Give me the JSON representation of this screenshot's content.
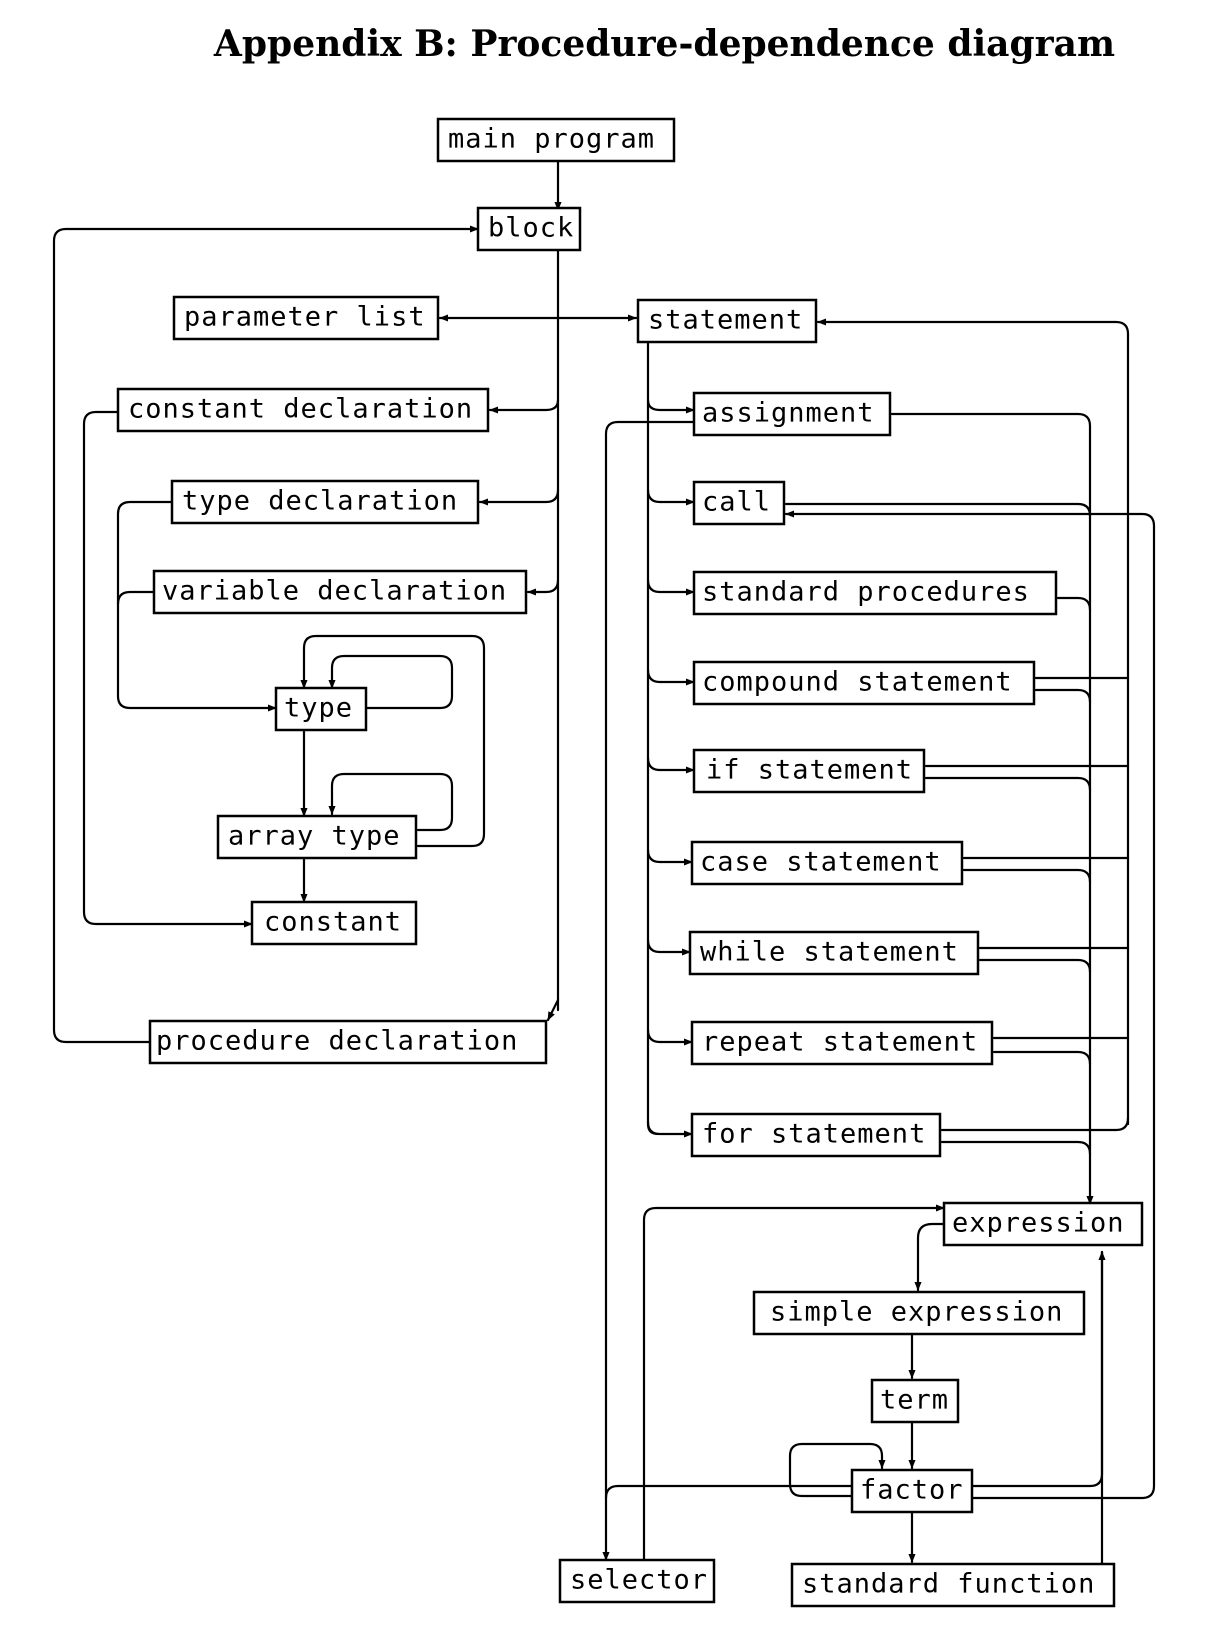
{
  "title": "Appendix B: Procedure-dependence diagram",
  "nodes": {
    "main_program": "main program",
    "block": "block",
    "parameter_list": "parameter list",
    "statement": "statement",
    "constant_declaration": "constant declaration",
    "type_declaration": "type declaration",
    "variable_declaration": "variable declaration",
    "type": "type",
    "array_type": "array type",
    "constant": "constant",
    "procedure_declaration": "procedure declaration",
    "assignment": "assignment",
    "call": "call",
    "standard_procedures": "standard procedures",
    "compound_statement": "compound statement",
    "if_statement": "if statement",
    "case_statement": "case statement",
    "while_statement": "while statement",
    "repeat_statement": "repeat statement",
    "for_statement": "for statement",
    "expression": "expression",
    "simple_expression": "simple expression",
    "term": "term",
    "factor": "factor",
    "selector": "selector",
    "standard_function": "standard function"
  }
}
